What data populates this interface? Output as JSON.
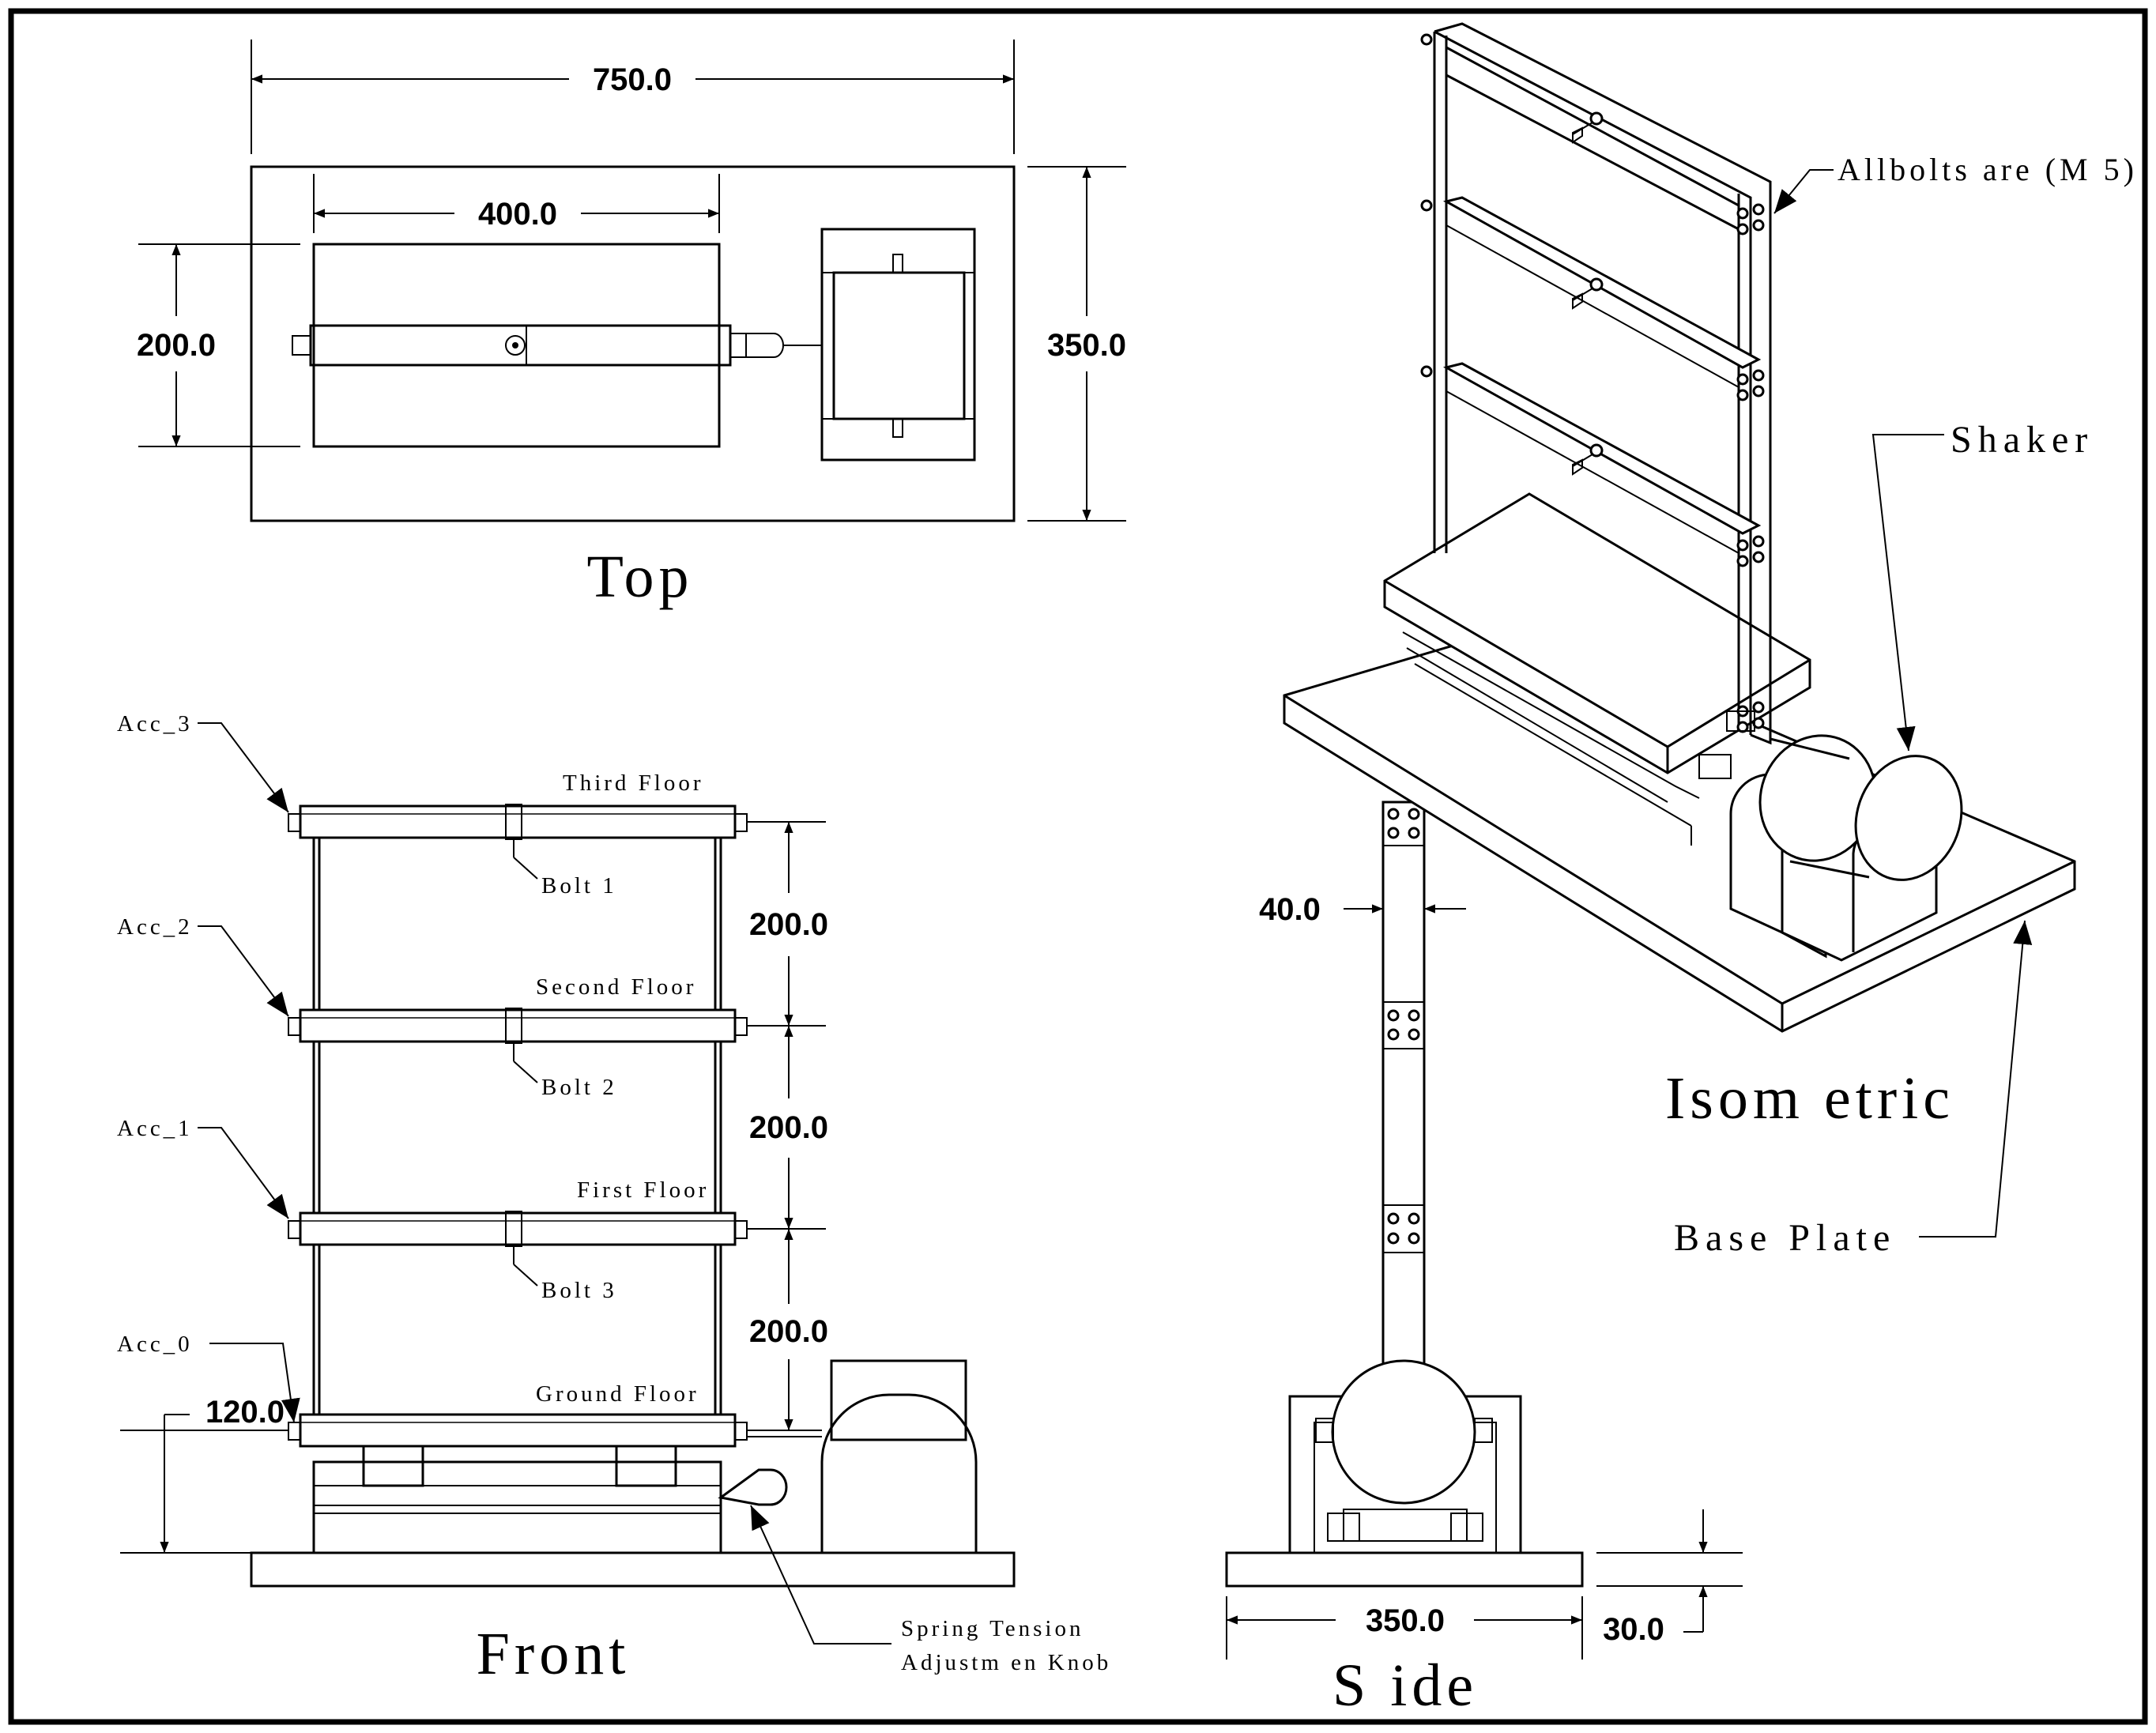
{
  "views": {
    "top": "Top",
    "front": "Front",
    "side": "S ide",
    "isometric": "Isom etric"
  },
  "dimensions": {
    "top_overall_width": "750.0",
    "top_inner_width": "400.0",
    "top_inner_height": "200.0",
    "top_overall_depth": "350.0",
    "floor_spacing_1": "200.0",
    "floor_spacing_2": "200.0",
    "floor_spacing_3": "200.0",
    "ground_height": "120.0",
    "column_width": "40.0",
    "side_base_width": "350.0",
    "base_plate_thickness": "30.0"
  },
  "labels": {
    "acc_3": "Acc_3",
    "acc_2": "Acc_2",
    "acc_1": "Acc_1",
    "acc_0": "Acc_0",
    "third_floor": "Third Floor",
    "second_floor": "Second Floor",
    "first_floor": "First Floor",
    "ground_floor": "Ground Floor",
    "bolt_1": "Bolt 1",
    "bolt_2": "Bolt 2",
    "bolt_3": "Bolt 3",
    "knob_line1": "Spring Tension",
    "knob_line2": "Adjustm en Knob",
    "bolts_note": "Allbolts are (M 5)",
    "shaker": "Shaker",
    "base_plate": "Base Plate"
  }
}
